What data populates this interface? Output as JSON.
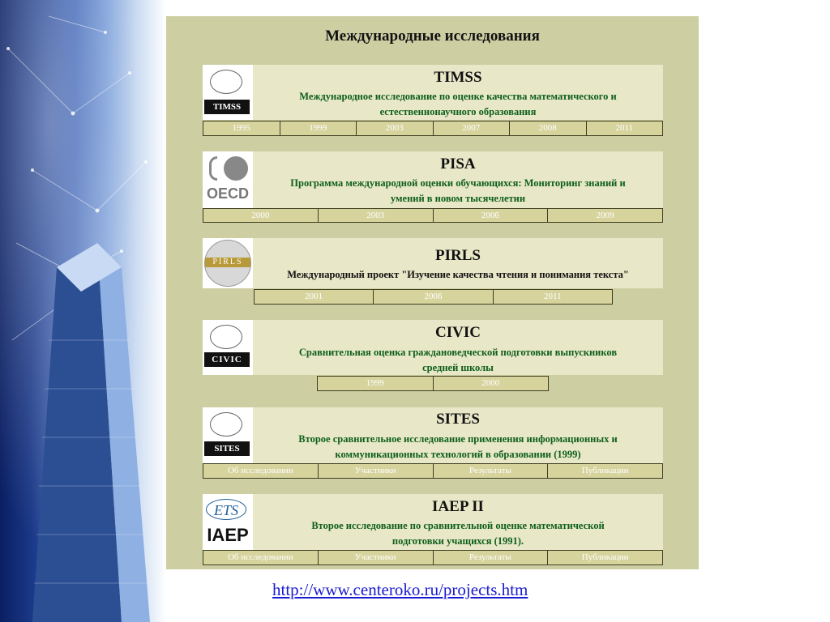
{
  "page": {
    "title": "Международные исследования",
    "url": "http://www.centeroko.ru/projects.htm"
  },
  "cards": [
    {
      "id": "timss",
      "logo_text": "TIMSS",
      "title": "TIMSS",
      "desc1": "Международное исследование по оценке качества математического и",
      "desc2": "естественнонаучного образования",
      "items": [
        "1995",
        "1999",
        "2003",
        "2007",
        "2008",
        "2011"
      ]
    },
    {
      "id": "pisa",
      "logo_text": "OECD",
      "title": "PISA",
      "desc1": "Программа международной оценки обучающихся: Мониторинг знаний и",
      "desc2": "умений в новом тысячелетии",
      "items": [
        "2000",
        "2003",
        "2006",
        "2009"
      ]
    },
    {
      "id": "pirls",
      "logo_text": "PIRLS",
      "title": "PIRLS",
      "desc1": "Международный проект \"Изучение качества чтения и понимания текста\"",
      "items": [
        "2001",
        "2006",
        "2011"
      ]
    },
    {
      "id": "civic",
      "logo_text": "CIVIC",
      "title": "CIVIC",
      "desc1": "Сравнительная оценка граждановедческой подготовки выпускников",
      "desc2": "средней школы",
      "items": [
        "1999",
        "2000"
      ]
    },
    {
      "id": "sites",
      "logo_text": "SITES",
      "title": "SITES",
      "desc1": "Второе сравнительное исследование применения информационных и",
      "desc2": "коммуникационных технологий в образовании (1999)",
      "items": [
        "Об исследовании",
        "Участники",
        "Результаты",
        "Публикации"
      ]
    },
    {
      "id": "iaep",
      "logo_text": "IAEP",
      "logo_text2": "ETS",
      "title": "IAEP II",
      "desc1": "Второе исследование по сравнительной оценке математической",
      "desc2": "подготовки учащихся (1991).",
      "items": [
        "Об исследовании",
        "Участники",
        "Результаты",
        "Публикации"
      ]
    }
  ],
  "colors": {
    "panel": "#cdcfa3",
    "card": "#e8e7c8",
    "desc": "#0d5f1a",
    "link": "#1a1ad0"
  }
}
